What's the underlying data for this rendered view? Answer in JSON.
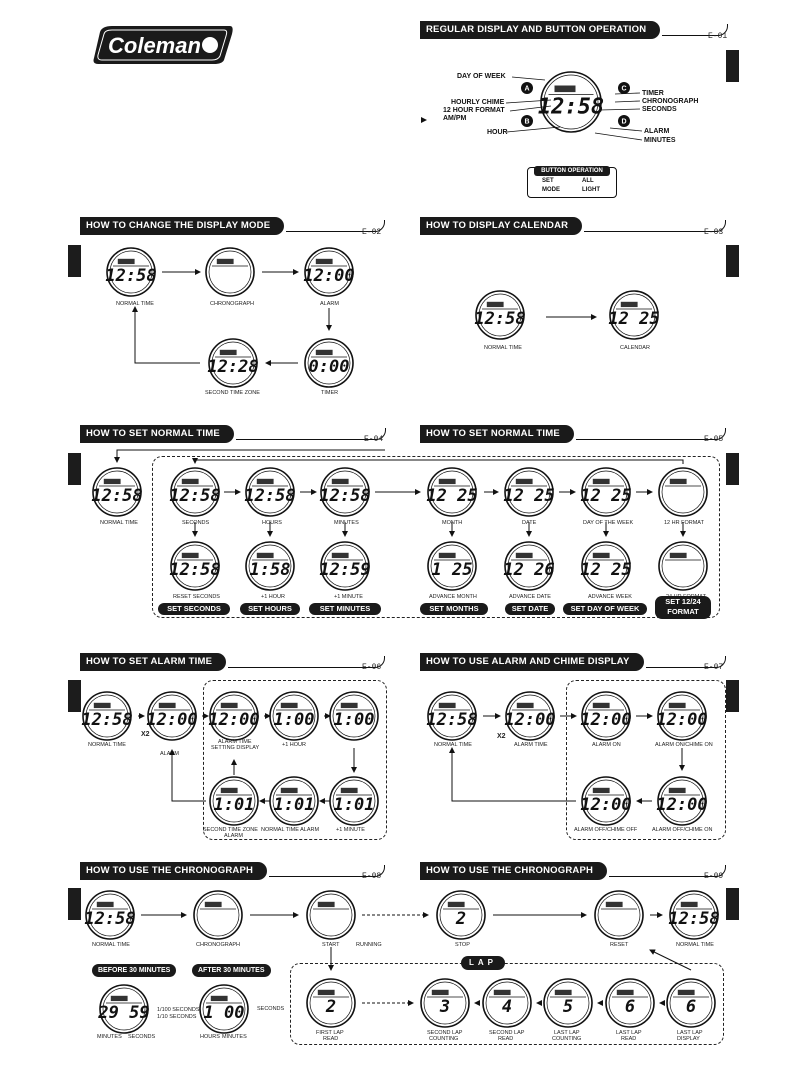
{
  "brand": {
    "logo_text": "Coleman"
  },
  "sections": {
    "e01": {
      "title": "REGULAR DISPLAY AND BUTTON OPERATION",
      "code": "E-01"
    },
    "e02": {
      "title": "HOW TO CHANGE THE DISPLAY MODE",
      "code": "E-02"
    },
    "e03": {
      "title": "HOW TO DISPLAY CALENDAR",
      "code": "E-03"
    },
    "e04": {
      "title": "HOW TO SET NORMAL TIME",
      "code": "E-04"
    },
    "e05": {
      "title": "HOW TO SET NORMAL TIME",
      "code": "E-05"
    },
    "e06": {
      "title": "HOW TO SET ALARM TIME",
      "code": "E-06"
    },
    "e07": {
      "title": "HOW TO USE ALARM AND CHIME DISPLAY",
      "code": "E-07"
    },
    "e08": {
      "title": "HOW TO USE THE CHRONOGRAPH",
      "code": "E-08"
    },
    "e09": {
      "title": "HOW TO USE THE CHRONOGRAPH",
      "code": "E-09"
    }
  },
  "regular": {
    "display": "12:58",
    "left_labels": [
      "DAY OF WEEK",
      "HOURLY CHIME",
      "12 HOUR FORMAT",
      "AM/PM",
      "HOUR"
    ],
    "right_labels": [
      "TIMER",
      "CHRONOGRAPH",
      "SECONDS",
      "ALARM",
      "MINUTES"
    ],
    "buttons": {
      "A": "A",
      "B": "B",
      "C": "C",
      "D": "D"
    },
    "button_operation": {
      "title": "BUTTON OPERATION",
      "set": "SET",
      "mode": "MODE",
      "all": "ALL",
      "light": "LIGHT"
    }
  },
  "e02": {
    "normal": "NORMAL TIME",
    "chrono": "CHRONOGRAPH",
    "alarm": "ALARM",
    "timer": "TIMER",
    "zone": "SECOND TIME ZONE",
    "d_normal": "12:58",
    "d_alarm": "12:00",
    "d_timer": "0:00",
    "d_zone": "12:28"
  },
  "e03": {
    "normal": "NORMAL TIME",
    "calendar": "CALENDAR",
    "d_normal": "12:58",
    "d_cal": "12 25"
  },
  "e04": {
    "normal": "NORMAL TIME",
    "seconds": "SECONDS",
    "hours": "HOURS",
    "minutes": "MINUTES",
    "reset": "RESET SECONDS",
    "plus_hour": "+1 HOUR",
    "plus_min": "+1 MINUTE",
    "b_seconds": "SET SECONDS",
    "b_hours": "SET HOURS",
    "b_minutes": "SET MINUTES",
    "d1": "12:58",
    "d2": "12:58",
    "d3": "12:58",
    "d4": "12:58",
    "d5": "12:58",
    "d6": "1:58",
    "d7": "12:59"
  },
  "e05": {
    "month": "MONTH",
    "date": "DATE",
    "day": "DAY OF THE WEEK",
    "format": "12 HR FORMAT",
    "adv_month": "ADVANCE MONTH",
    "adv_date": "ADVANCE DATE",
    "adv_week": "ADVANCE WEEK",
    "h24": "24 HR FORMAT",
    "b_months": "SET MONTHS",
    "b_date": "SET DATE",
    "b_week": "SET DAY OF WEEK",
    "b_format1": "SET 12/24",
    "b_format2": "FORMAT",
    "d1": "12 25",
    "d2": "12 25",
    "d3": "12 25",
    "d4": "1 25",
    "d5": "12 26",
    "d6": "12 25"
  },
  "e06": {
    "normal": "NORMAL TIME",
    "alarm": "ALARM",
    "x2": "X2",
    "setting1": "ALARM TIME",
    "setting2": "SETTING DISPLAY",
    "plus_hour": "+1 HOUR",
    "plus_min": "+1 MINUTE",
    "normal_alarm": "NORMAL TIME ALARM",
    "zone1": "SECOND TIME ZONE",
    "zone2": "ALARM",
    "d1": "12:58",
    "d2": "12:00",
    "d3": "12:00",
    "d4": "1:00",
    "d5": "1:00",
    "d6": "1:01",
    "d7": "1:01",
    "d8": "1:01"
  },
  "e07": {
    "normal": "NORMAL TIME",
    "alarm_time": "ALARM TIME",
    "x2": "X2",
    "alarm_on": "ALARM ON",
    "alarm_chime": "ALARM ON/CHIME ON",
    "off_off": "ALARM OFF/CHIME OFF",
    "off_on": "ALARM OFF/CHIME ON",
    "d1": "12:58",
    "d2": "12:00",
    "d3": "12:00",
    "d4": "12:00",
    "d5": "12:00",
    "d6": "12:00"
  },
  "e08": {
    "normal": "NORMAL TIME",
    "chrono": "CHRONOGRAPH",
    "start": "START",
    "running": "RUNNING",
    "before": "BEFORE 30 MINUTES",
    "after": "AFTER 30 MINUTES",
    "d_before": "29 59",
    "d_after": "1 00",
    "l_before1": "1/100 SECONDS",
    "l_before2": "1/10 SECONDS",
    "minutes": "MINUTES",
    "seconds": "SECONDS",
    "hours": "HOURS",
    "minutes2": "MINUTES",
    "seconds2": "SECONDS",
    "d1": "12:58"
  },
  "e09": {
    "stop": "STOP",
    "reset": "RESET",
    "normal": "NORMAL TIME",
    "d_stop": "2",
    "d_normal": "12:58"
  },
  "lap": {
    "title": "LAP",
    "first": "FIRST LAP",
    "read": "READ",
    "second": "SECOND LAP",
    "counting": "COUNTING",
    "second_read": "SECOND LAP",
    "last_count": "LAST LAP",
    "last_read": "LAST LAP",
    "last_disp": "LAST LAP",
    "display": "DISPLAY",
    "d1": "2",
    "d2": "3",
    "d3": "4",
    "d4": "5",
    "d5": "6",
    "d6": "6"
  }
}
